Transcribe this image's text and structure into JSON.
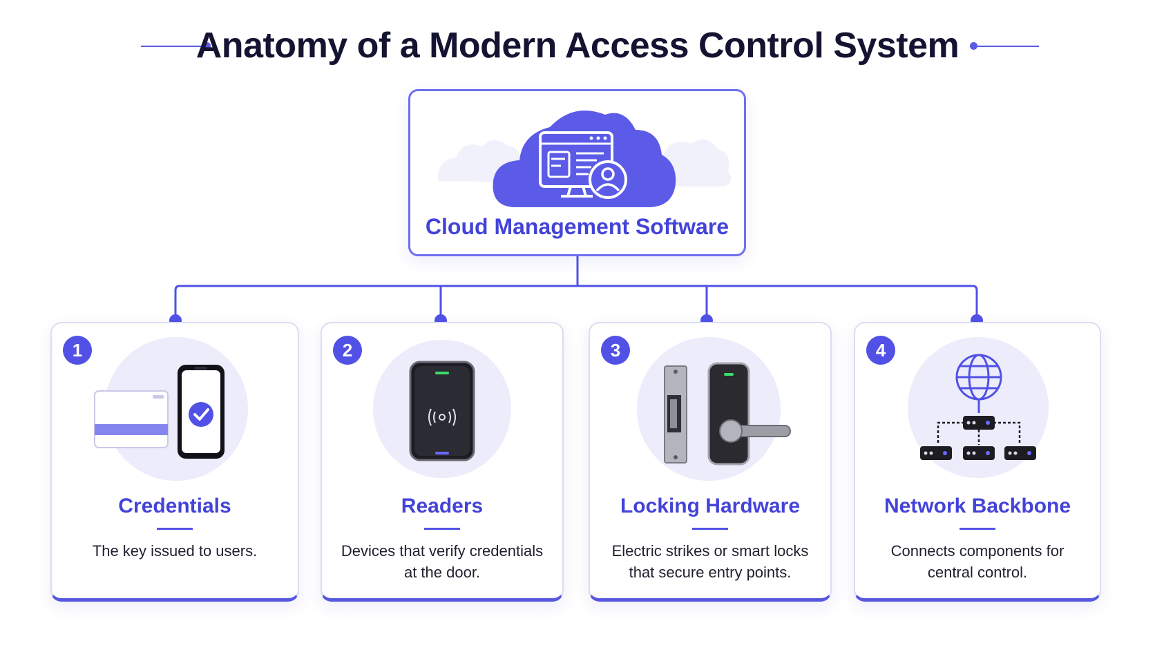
{
  "title": "Anatomy of a Modern Access Control System",
  "colors": {
    "accent": "#5151e6",
    "title": "#141432",
    "text": "#1f1f2e",
    "soft": "#ececfb"
  },
  "hub": {
    "label": "Cloud Management Software",
    "icon": "cloud-monitor-user-icon"
  },
  "components": [
    {
      "number": "1",
      "title": "Credentials",
      "description": "The key issued to users.",
      "icon": "card-and-phone-icon"
    },
    {
      "number": "2",
      "title": "Readers",
      "description": "Devices that verify credentials at the door.",
      "icon": "card-reader-icon"
    },
    {
      "number": "3",
      "title": "Locking Hardware",
      "description": "Electric strikes or smart locks that secure entry points.",
      "icon": "smart-lock-icon"
    },
    {
      "number": "4",
      "title": "Network Backbone",
      "description": "Connects components for central control.",
      "icon": "network-globe-icon"
    }
  ]
}
